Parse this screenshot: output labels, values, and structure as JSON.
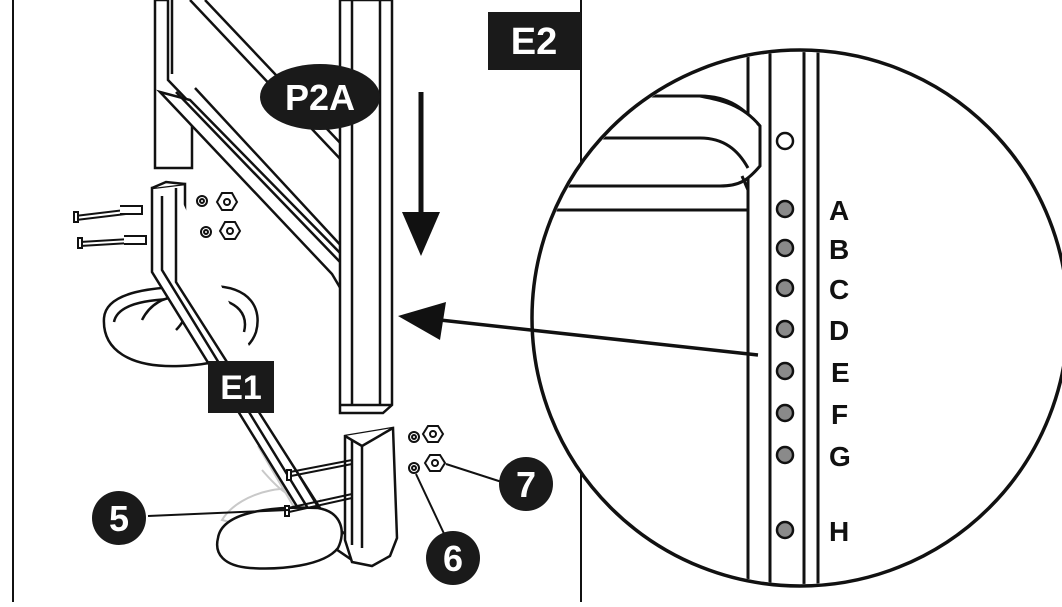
{
  "labels": {
    "panel_left": "E1",
    "panel_right": "E2",
    "part": "P2A"
  },
  "callouts": [
    "5",
    "6",
    "7"
  ],
  "hole_letters": [
    "A",
    "B",
    "C",
    "D",
    "E",
    "F",
    "G",
    "H"
  ],
  "colors": {
    "line": "#111111",
    "fill_dark": "#1a1a1a",
    "hole_fill": "#8a8a8a",
    "ghost_line": "#c9c9c9"
  }
}
